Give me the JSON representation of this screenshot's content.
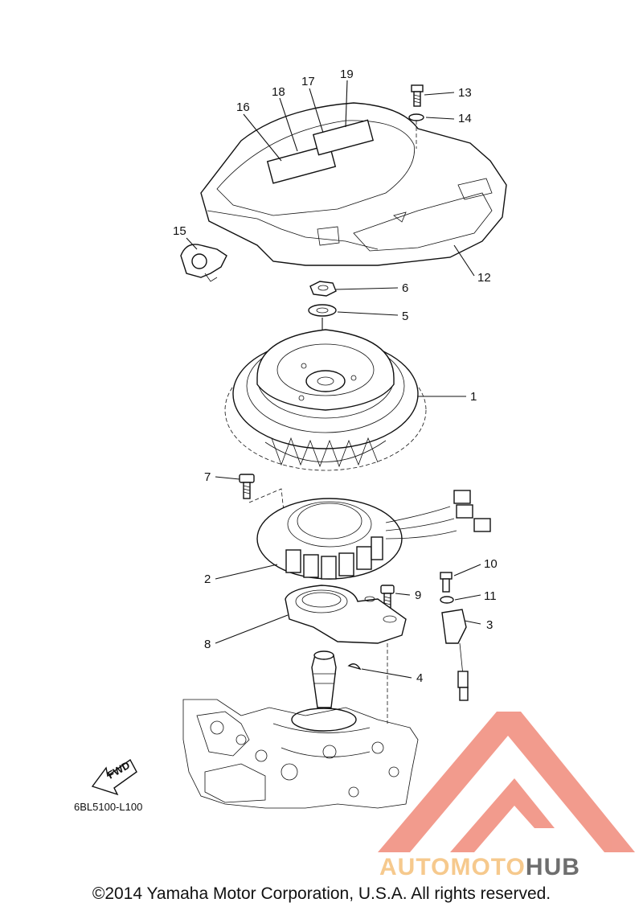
{
  "diagram": {
    "part_code": "6BL5100-L100",
    "fwd_label": "FWD",
    "callouts": [
      "1",
      "2",
      "3",
      "4",
      "5",
      "6",
      "7",
      "8",
      "9",
      "10",
      "11",
      "12",
      "13",
      "14",
      "15",
      "16",
      "17",
      "18",
      "19"
    ]
  },
  "watermark": {
    "text_part1": "AUTOMOTO",
    "text_part2": "HUB",
    "color_primary": "#f08a7a",
    "color_secondary": "#f5c07a",
    "color_dark": "#555555"
  },
  "footer": {
    "copyright": "©2014 Yamaha Motor Corporation, U.S.A. All rights reserved."
  }
}
